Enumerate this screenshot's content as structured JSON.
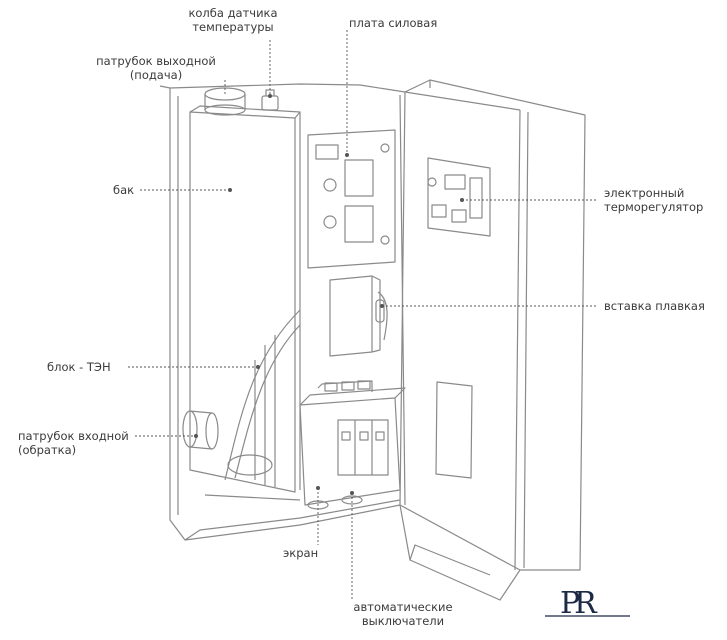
{
  "labels": {
    "temp_sensor_flask": [
      "колба датчика",
      "температуры"
    ],
    "outlet_pipe": [
      "патрубок выходной",
      "(подача)"
    ],
    "power_board": [
      "плата силовая"
    ],
    "tank": [
      "бак"
    ],
    "electronic_thermostat": [
      "электронный",
      "терморегулятор"
    ],
    "fuse": [
      "вставка плавкая"
    ],
    "heater_block": [
      "блок - ТЭН"
    ],
    "inlet_pipe": [
      "патрубок входной",
      "(обратка)"
    ],
    "screen": [
      "экран"
    ],
    "circuit_breakers": [
      "автоматические",
      "выключатели"
    ]
  },
  "logo": {
    "text": "PR",
    "color": "#1c2a44"
  },
  "colors": {
    "line": "#8a8a8a",
    "leader": "#555555",
    "text": "#3a3a3a"
  }
}
